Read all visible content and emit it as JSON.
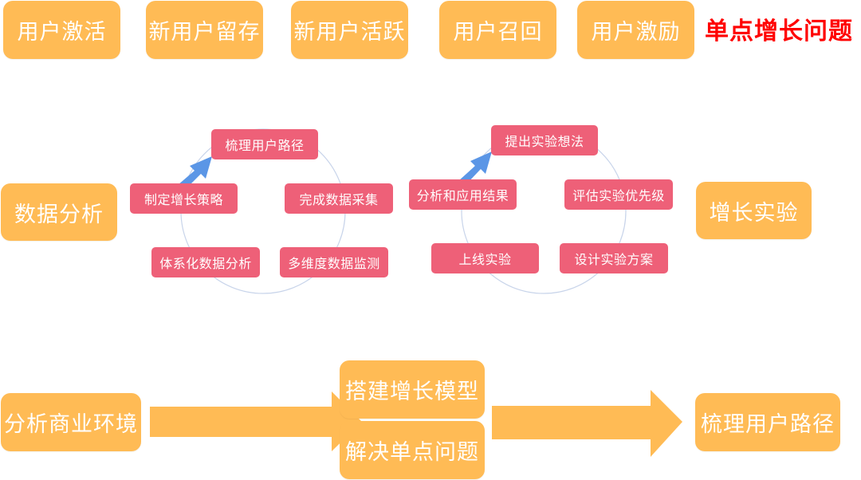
{
  "top_row": {
    "items": [
      {
        "label": "用户激活"
      },
      {
        "label": "新用户留存"
      },
      {
        "label": "新用户活跃"
      },
      {
        "label": "用户召回"
      },
      {
        "label": "用户激励"
      }
    ],
    "title": "单点增长问题"
  },
  "middle": {
    "left_label": "数据分析",
    "right_label": "增长实验",
    "cycle_left": {
      "steps": [
        "梳理用户路径",
        "完成数据采集",
        "多维度数据监测",
        "体系化数据分析",
        "制定增长策略"
      ]
    },
    "cycle_right": {
      "steps": [
        "提出实验想法",
        "评估实验优先级",
        "设计实验方案",
        "上线实验",
        "分析和应用结果"
      ]
    }
  },
  "bottom_flow": {
    "start": "分析商业环境",
    "middle_top": "搭建增长模型",
    "middle_bottom": "解决单点问题",
    "end": "梳理用户路径"
  },
  "colors": {
    "orange": "#FFBB55",
    "pink": "#EE6078",
    "blue_arrow": "#5B96E6",
    "red_title": "#FF0000",
    "circle": "#C8D4EA"
  }
}
